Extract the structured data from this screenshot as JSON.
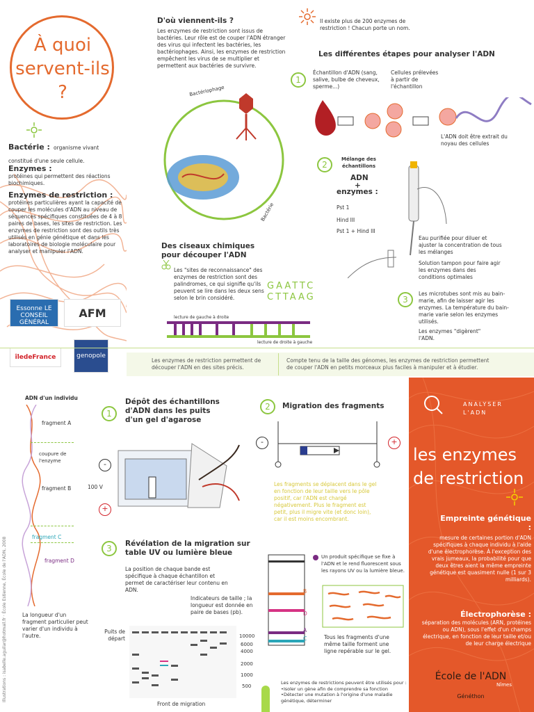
{
  "left": {
    "title": "À quoi servent-ils ?",
    "bacterie_term": "Bactérie :",
    "bacterie_text": "organisme vivant constitué d'une seule cellule.",
    "enzymes_term": "Enzymes :",
    "enzymes_text": "protéines qui permettent des réactions biochimiques.",
    "enzymes_restr_term": "Enzymes de restriction :",
    "enzymes_restr_text": "protéines particulières ayant la capacité de couper les molécules d'ADN au niveau de séquences spécifiques constituées de 4 à 8 paires de bases, les sites de restriction. Les enzymes de restriction sont des outils très utilisés en génie génétique et dans les laboratoires de biologie moléculaire pour analyser et manipuler l'ADN.",
    "logos": [
      "Essonne LE CONSEIL GÉNÉRAL",
      "AFM",
      "îledeFrance",
      "genopole"
    ]
  },
  "origin": {
    "title": "D'où viennent-ils ?",
    "text": "Les enzymes de restriction sont issus de bactéries. Leur rôle est de couper l'ADN étranger des virus qui infectent les bactéries, les bactériophages. Ainsi, les enzymes de restriction empêchent les virus de se multiplier et permettent aux bactéries de survivre.",
    "label_bacteriophage": "Bactériophage",
    "label_bacterie": "Bactérie"
  },
  "fact": {
    "text": "Il existe plus de 200 enzymes de restriction ! Chacun porte un nom."
  },
  "steps_title": "Les différentes étapes pour analyser l'ADN",
  "step1": {
    "num": "1",
    "sample": "Échantillon d'ADN (sang, salive, bulbe de cheveux, sperme...)",
    "cells": "Cellules prélevées à partir de l'échantillon",
    "extract": "L'ADN doit être extrait du noyau des cellules"
  },
  "step2": {
    "num": "2",
    "mix_title": "Mélange des échantillons",
    "adn": "ADN",
    "plus": "+",
    "enzymes": "enzymes :",
    "pst": "Pst 1",
    "hind": "Hind III",
    "both": "Pst 1 + Hind III",
    "water": "Eau purifiée pour diluer et ajuster la concentration de tous les mélanges",
    "buffer": "Solution tampon pour faire agir les enzymes dans des conditions optimales"
  },
  "step3": {
    "num": "3",
    "text": "Les microtubes sont mis au bain-marie, afin de laisser agir les enzymes. La température du bain-marie varie selon les enzymes utilisés.",
    "digest": "Les enzymes \"digèrent\" l'ADN."
  },
  "scissors": {
    "title": "Des ciseaux chimiques pour découper l'ADN",
    "text": "Les \"sites de reconnaissance\" des enzymes de restriction sont des palindromes, ce qui signifie qu'ils peuvent se lire dans les deux sens selon le brin considéré.",
    "seq_top": "GAATTC",
    "seq_bottom": "CTTAAG",
    "read_lr": "lecture de gauche à droite",
    "read_rl": "lecture de droite à gauche"
  },
  "band": {
    "left": "Les enzymes de restriction permettent de découper l'ADN en des sites précis.",
    "right": "Compte tenu de la taille des génomes, les enzymes de restriction permettent de couper l'ADN en petits morceaux plus faciles à manipuler et à étudier."
  },
  "dna": {
    "title": "ADN d'un individu",
    "fragA": "fragment A",
    "cut": "coupure de l'enzyme",
    "fragB": "fragment B",
    "fragC": "fragment C",
    "fragD": "fragment D",
    "note": "La longueur d'un fragment particulier peut varier d'un individu à l'autre.",
    "credit": "Illustrations : isabelle.aguilar@hotmail.fr · École Estienne, École de l'ADN, 2008"
  },
  "gel1": {
    "num": "1",
    "title": "Dépôt des échantillons d'ADN dans les puits d'un gel d'agarose",
    "minus": "-",
    "plus": "+",
    "volt": "100 V"
  },
  "gel2": {
    "num": "2",
    "title": "Migration des fragments",
    "minus": "-",
    "plus": "+",
    "text": "Les fragments se déplacent dans le gel en fonction de leur taille vers le pôle positif, car l'ADN est chargé négativement. Plus le fragment est petit, plus il migre vite (et donc loin), car il est moins encombrant."
  },
  "gel3": {
    "num": "3",
    "title": "Révélation de la migration sur table UV ou lumière bleue",
    "text": "La position de chaque bande est spécifique à chaque échantillon et permet de caractériser leur contenu en ADN.",
    "size_ind": "Indicateurs de taille ; la longueur est donnée en paire de bases (pb).",
    "wells": "Puits de départ",
    "front": "Front de migration",
    "sizes": [
      "10000",
      "6000",
      "4000",
      "2000",
      "1000",
      "500"
    ],
    "product": "Un produit spécifique se fixe à l'ADN et le rend fluorescent sous les rayons UV ou la lumière bleue.",
    "same": "Tous les fragments d'une même taille forment une ligne repérable sur le gel.",
    "band_labels": [
      "B",
      "D",
      "A",
      "C"
    ],
    "footer": "Les enzymes de restrictions peuvent être utilisés pour : •Isoler un gène afin de comprendre sa fonction •Détecter une mutation à l'origine d'une maladie génétique, déterminer"
  },
  "panel": {
    "kicker1": "ANALYSER",
    "kicker2": "L'ADN",
    "title": "les enzymes de restriction",
    "empreinte_term": "Empreinte génétique :",
    "empreinte_text": "mesure de certaines portion d'ADN spécifiques à chaque individu à l'aide d'une électrophorèse. À l'exception des vrais jumeaux, la probabilité pour que deux êtres aient la même empreinte génétique est quasiment nulle (1 sur 3 milliards).",
    "electro_term": "Électrophorèse :",
    "electro_text": "séparation des molécules (ARN, protéines ou ADN), sous l'effet d'un champs électrique, en fonction de leur taille et/ou de leur charge électrique",
    "logo1": "École de l'ADN",
    "logo2": "Nîmes",
    "logo3": "Généthon"
  },
  "colors": {
    "orange": "#e46a2e",
    "green": "#8cc63f",
    "red_panel": "#e4582a"
  }
}
